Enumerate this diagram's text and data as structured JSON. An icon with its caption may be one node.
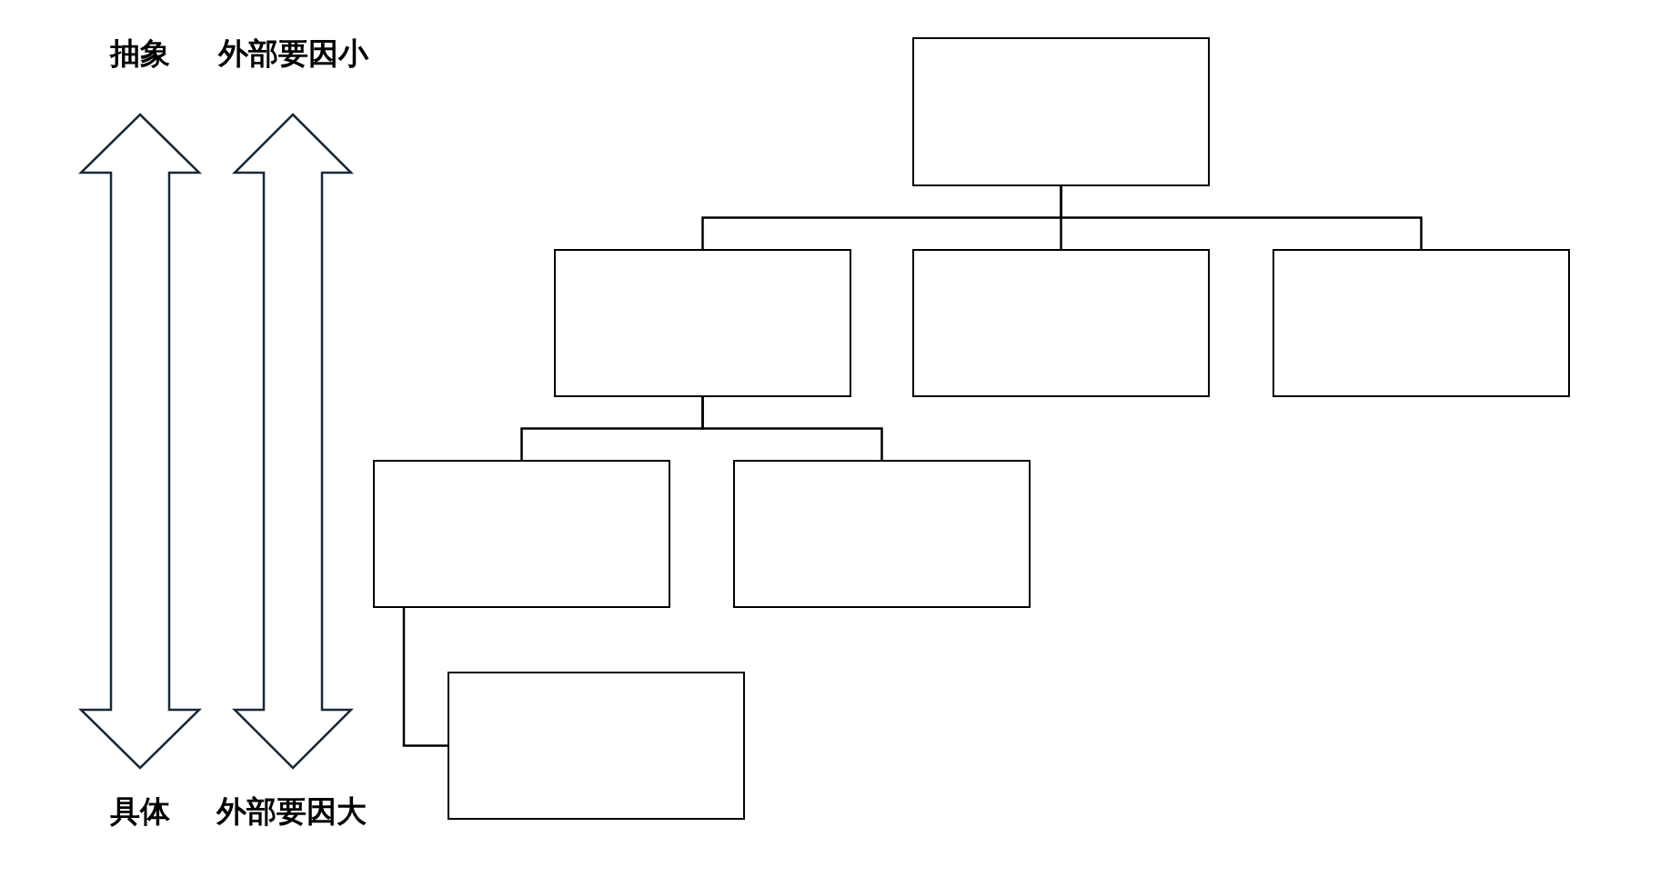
{
  "diagram": {
    "nodes": [
      {
        "text": [],
        "shape": "box"
      },
      {
        "text": [],
        "shape": "box"
      },
      {
        "text": [],
        "shape": "box"
      },
      {
        "text": [],
        "shape": "box"
      },
      {
        "text": [],
        "shape": "box"
      },
      {
        "text": [],
        "shape": "box"
      },
      {
        "text": [],
        "shape": "box"
      }
    ],
    "edges": [
      {
        "from": 0,
        "to": 1,
        "arrow": "none"
      },
      {
        "from": 0,
        "to": 2,
        "arrow": "none"
      },
      {
        "from": 0,
        "to": 3,
        "arrow": "none"
      },
      {
        "from": 1,
        "to": 4,
        "arrow": "none"
      },
      {
        "from": 1,
        "to": 5,
        "arrow": "none"
      },
      {
        "from": 4,
        "to": 6,
        "arrow": "none"
      }
    ],
    "labels": [
      "抽象",
      "外部要因小",
      "具体",
      "外部要因大"
    ]
  }
}
